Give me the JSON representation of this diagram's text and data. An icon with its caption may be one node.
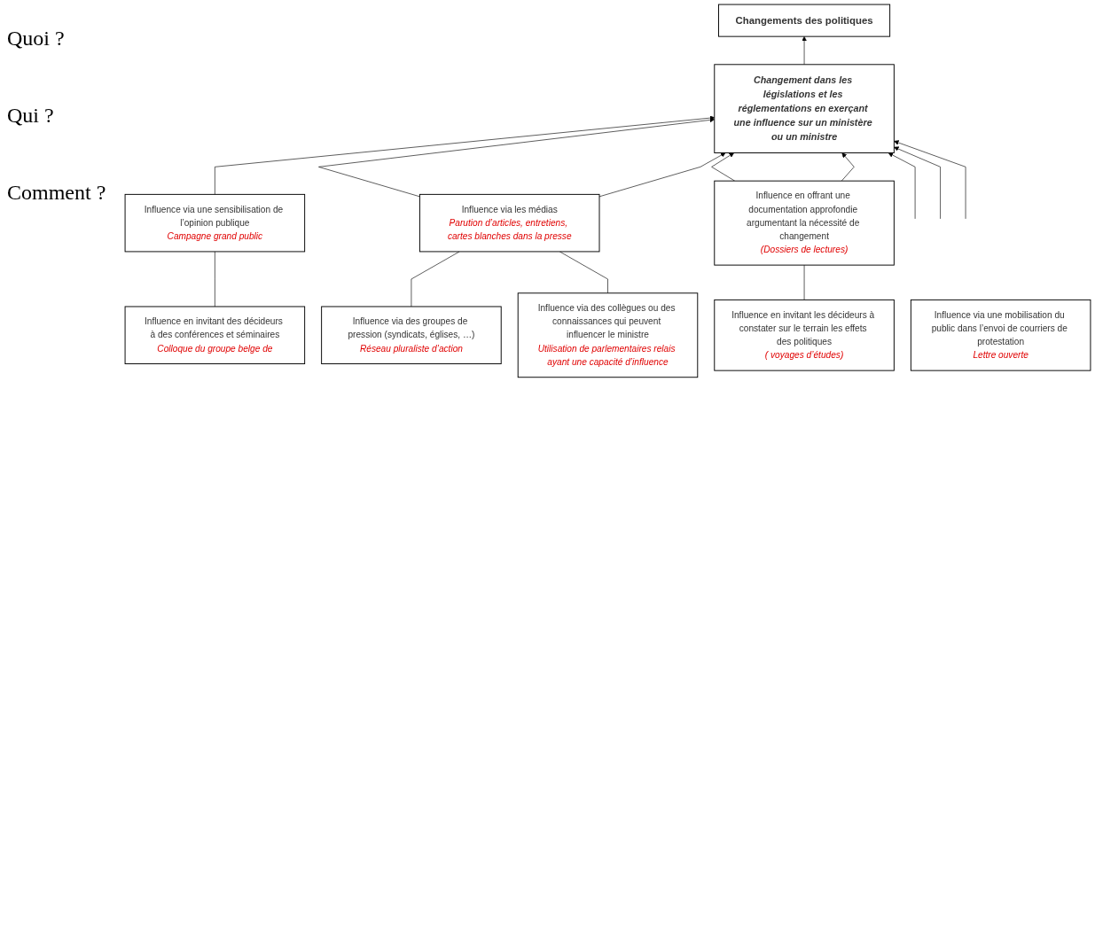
{
  "diagram": {
    "nodes": [
      {
        "text": [
          "Changements des politiques"
        ]
      },
      {
        "text": [
          "Changement dans les législations et les réglementations en exerçant une influence sur un ministère ou un ministre"
        ]
      },
      {
        "text": [
          "Influence via une sensibilisation de l’opinion publique",
          "Campagne grand public"
        ]
      },
      {
        "text": [
          "Influence en invitant des décideurs à des conférences et séminaires",
          "Colloque du groupe belge de"
        ]
      },
      {
        "text": [
          "Influence via les médias",
          "Parution d’articles, entretiens, cartes blanches dans la presse"
        ]
      },
      {
        "text": [
          "Influence via des collègues ou des connaissances qui peuvent influencer le ministre",
          "Utilisation de parlementaires relais ayant une capacité d’influence"
        ]
      },
      {
        "text": [
          "Influence via des groupes de pression (syndicats, églises, …)",
          "Réseau pluraliste d’action"
        ]
      },
      {
        "text": [
          "Influence en offrant une documentation approfondie argumentant la nécessité de changement",
          "(Dossiers de lectures)"
        ]
      },
      {
        "text": [
          "Influence en invitant les décideurs à constater sur le terrain les effets des politiques",
          "( voyages d’études)"
        ]
      },
      {
        "text": [
          "Influence via une mobilisation du public dans l’envoi de courriers de protestation",
          "Lettre ouverte"
        ]
      }
    ],
    "edges": [
      {
        "from": 1,
        "to": 0,
        "arrow": "to"
      },
      {
        "from": null,
        "to": 1,
        "arrow": "to"
      },
      {
        "from": 2,
        "to": 1,
        "arrow": "to"
      },
      {
        "from": 3,
        "to": 2,
        "arrow": "none"
      },
      {
        "from": 4,
        "to": 1,
        "arrow": "to"
      },
      {
        "from": 6,
        "to": 4,
        "arrow": "none"
      },
      {
        "from": 4,
        "to": 1,
        "arrow": "to"
      },
      {
        "from": 5,
        "to": 4,
        "arrow": "none"
      },
      {
        "from": null,
        "to": 1,
        "arrow": "to"
      },
      {
        "from": 7,
        "to": 1,
        "arrow": "to"
      },
      {
        "from": null,
        "to": 1,
        "arrow": "to"
      },
      {
        "from": 7,
        "to": 1,
        "arrow": "to"
      },
      {
        "from": 8,
        "to": 7,
        "arrow": "none"
      }
    ],
    "labels": [
      "Quoi ?",
      "Qui ?",
      "Comment ?"
    ]
  }
}
